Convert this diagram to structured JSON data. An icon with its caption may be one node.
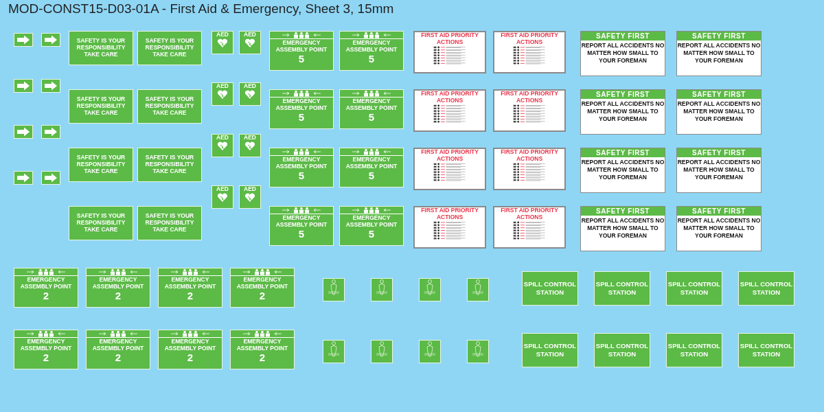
{
  "diagram": {
    "title": "MOD-CONST15-D03-01A - First Aid & Emergency, Sheet 3, 15mm",
    "nodes": [
      {
        "text": [],
        "shape": "box"
      },
      {
        "text": [],
        "shape": "box"
      },
      {
        "text": [],
        "shape": "box"
      },
      {
        "text": [],
        "shape": "box"
      },
      {
        "text": [],
        "shape": "box"
      },
      {
        "text": [],
        "shape": "box"
      },
      {
        "text": [],
        "shape": "box"
      },
      {
        "text": [],
        "shape": "box"
      },
      {
        "text": [
          "SAFETY IS YOUR RESPONSIBILITY TAKE CARE"
        ]
      },
      {
        "text": [
          "SAFETY IS YOUR RESPONSIBILITY TAKE CARE"
        ]
      },
      {
        "text": [
          "SAFETY IS YOUR RESPONSIBILITY TAKE CARE"
        ]
      },
      {
        "text": [
          "SAFETY IS YOUR RESPONSIBILITY TAKE CARE"
        ]
      },
      {
        "text": [
          "SAFETY IS YOUR RESPONSIBILITY TAKE CARE"
        ]
      },
      {
        "text": [
          "SAFETY IS YOUR RESPONSIBILITY TAKE CARE"
        ]
      },
      {
        "text": [
          "SAFETY IS YOUR RESPONSIBILITY TAKE CARE"
        ]
      },
      {
        "text": [
          "SAFETY IS YOUR RESPONSIBILITY TAKE CARE"
        ]
      },
      {
        "text": [
          "AED"
        ]
      },
      {
        "text": [
          "AED"
        ]
      },
      {
        "text": [
          "AED"
        ]
      },
      {
        "text": [
          "AED"
        ]
      },
      {
        "text": [
          "AED"
        ]
      },
      {
        "text": [
          "AED"
        ]
      },
      {
        "text": [
          "AED"
        ]
      },
      {
        "text": [
          "AED"
        ]
      },
      {
        "text": [
          "EMERGENCY ASSEMBLY POINT",
          "5"
        ]
      },
      {
        "text": [
          "EMERGENCY ASSEMBLY POINT",
          "5"
        ]
      },
      {
        "text": [
          "EMERGENCY ASSEMBLY POINT",
          "5"
        ]
      },
      {
        "text": [
          "EMERGENCY ASSEMBLY POINT",
          "5"
        ]
      },
      {
        "text": [
          "EMERGENCY ASSEMBLY POINT",
          "5"
        ]
      },
      {
        "text": [
          "EMERGENCY ASSEMBLY POINT",
          "5"
        ]
      },
      {
        "text": [
          "EMERGENCY ASSEMBLY POINT",
          "5"
        ]
      },
      {
        "text": [
          "EMERGENCY ASSEMBLY POINT",
          "5"
        ]
      },
      {
        "text": [
          "FIRST AID PRIORITY ACTIONS"
        ]
      },
      {
        "text": [
          "FIRST AID PRIORITY ACTIONS"
        ]
      },
      {
        "text": [
          "FIRST AID PRIORITY ACTIONS"
        ]
      },
      {
        "text": [
          "FIRST AID PRIORITY ACTIONS"
        ]
      },
      {
        "text": [
          "FIRST AID PRIORITY ACTIONS"
        ]
      },
      {
        "text": [
          "FIRST AID PRIORITY ACTIONS"
        ]
      },
      {
        "text": [
          "FIRST AID PRIORITY ACTIONS"
        ]
      },
      {
        "text": [
          "FIRST AID PRIORITY ACTIONS"
        ]
      },
      {
        "text": [
          "SAFETY FIRST",
          "REPORT ALL ACCIDENTS NO MATTER HOW SMALL TO YOUR FOREMAN"
        ]
      },
      {
        "text": [
          "SAFETY FIRST",
          "REPORT ALL ACCIDENTS NO MATTER HOW SMALL TO YOUR FOREMAN"
        ]
      },
      {
        "text": [
          "SAFETY FIRST",
          "REPORT ALL ACCIDENTS NO MATTER HOW SMALL TO YOUR FOREMAN"
        ]
      },
      {
        "text": [
          "SAFETY FIRST",
          "REPORT ALL ACCIDENTS NO MATTER HOW SMALL TO YOUR FOREMAN"
        ]
      },
      {
        "text": [
          "SAFETY FIRST",
          "REPORT ALL ACCIDENTS NO MATTER HOW SMALL TO YOUR FOREMAN"
        ]
      },
      {
        "text": [
          "SAFETY FIRST",
          "REPORT ALL ACCIDENTS NO MATTER HOW SMALL TO YOUR FOREMAN"
        ]
      },
      {
        "text": [
          "SAFETY FIRST",
          "REPORT ALL ACCIDENTS NO MATTER HOW SMALL TO YOUR FOREMAN"
        ]
      },
      {
        "text": [
          "SAFETY FIRST",
          "REPORT ALL ACCIDENTS NO MATTER HOW SMALL TO YOUR FOREMAN"
        ]
      },
      {
        "text": [
          "EMERGENCY ASSEMBLY POINT",
          "2"
        ]
      },
      {
        "text": [
          "EMERGENCY ASSEMBLY POINT",
          "2"
        ]
      },
      {
        "text": [
          "EMERGENCY ASSEMBLY POINT",
          "2"
        ]
      },
      {
        "text": [
          "EMERGENCY ASSEMBLY POINT",
          "2"
        ]
      },
      {
        "text": [
          "EMERGENCY ASSEMBLY POINT",
          "2"
        ]
      },
      {
        "text": [
          "EMERGENCY ASSEMBLY POINT",
          "2"
        ]
      },
      {
        "text": [
          "EMERGENCY ASSEMBLY POINT",
          "2"
        ]
      },
      {
        "text": [
          "EMERGENCY ASSEMBLY POINT",
          "2"
        ]
      },
      {
        "text": [],
        "shape": "picture"
      },
      {
        "text": [],
        "shape": "picture"
      },
      {
        "text": [],
        "shape": "picture"
      },
      {
        "text": [],
        "shape": "picture"
      },
      {
        "text": [],
        "shape": "picture"
      },
      {
        "text": [],
        "shape": "picture"
      },
      {
        "text": [],
        "shape": "picture"
      },
      {
        "text": [],
        "shape": "picture"
      },
      {
        "text": [
          "SPILL CONTROL STATION"
        ]
      },
      {
        "text": [
          "SPILL CONTROL STATION"
        ]
      },
      {
        "text": [
          "SPILL CONTROL STATION"
        ]
      },
      {
        "text": [
          "SPILL CONTROL STATION"
        ]
      },
      {
        "text": [
          "SPILL CONTROL STATION"
        ]
      },
      {
        "text": [
          "SPILL CONTROL STATION"
        ]
      },
      {
        "text": [
          "SPILL CONTROL STATION"
        ]
      },
      {
        "text": [
          "SPILL CONTROL STATION"
        ]
      }
    ]
  }
}
